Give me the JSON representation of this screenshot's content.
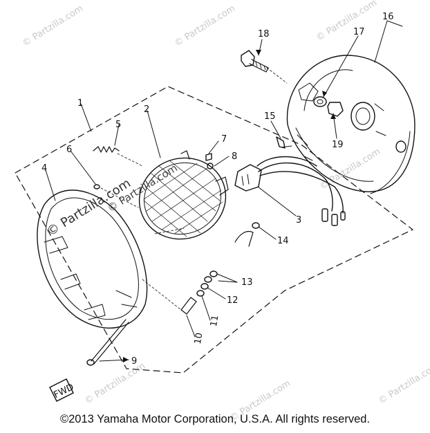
{
  "watermark": "© Partzilla.com",
  "copyright": "©2013  Yamaha Motor Corporation, U.S.A. All rights reserved.",
  "fwd_label": "FWD",
  "callouts": {
    "c1": "1",
    "c2": "2",
    "c3": "3",
    "c4": "4",
    "c5": "5",
    "c6": "6",
    "c7": "7",
    "c8": "8",
    "c9": "9",
    "c10": "10",
    "c11": "11",
    "c12": "12",
    "c13": "13",
    "c14": "14",
    "c15": "15",
    "c16": "16",
    "c17": "17",
    "c18": "18",
    "c19": "19"
  }
}
